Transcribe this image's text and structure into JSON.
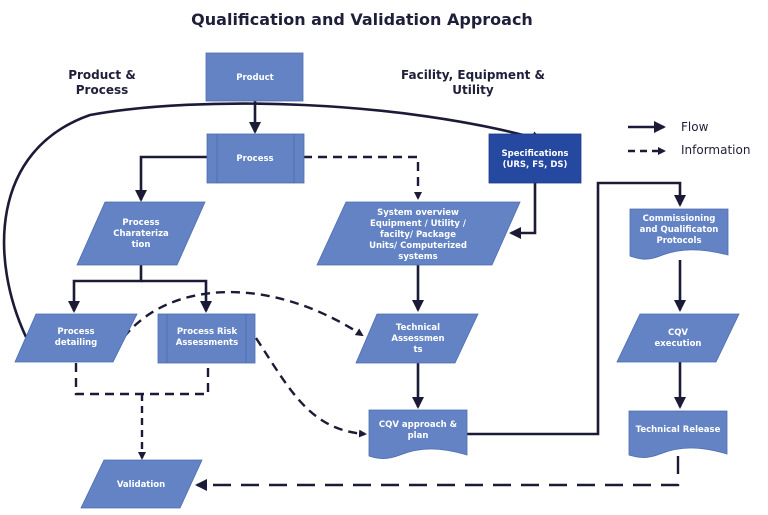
{
  "title": "Qualification and Validation Approach",
  "sections": {
    "left": [
      "Product &",
      "Process"
    ],
    "right": [
      "Facility, Equipment &",
      "Utility"
    ]
  },
  "legend": {
    "flow": "Flow",
    "information": "Information"
  },
  "nodes": {
    "product": [
      "Product"
    ],
    "process": [
      "Process"
    ],
    "process_characterization": [
      "Process",
      "Charateriza",
      "tion"
    ],
    "process_detailing": [
      "Process",
      "detailing"
    ],
    "process_risk_assessments": [
      "Process Risk",
      "Assessments"
    ],
    "validation": [
      "Validation"
    ],
    "specifications": [
      "Specifications",
      "(URS, FS, DS)"
    ],
    "system_overview": [
      "System overview",
      "Equipment / Utility /",
      "facilty/ Package",
      "Units/ Computerized",
      "systems"
    ],
    "technical_assessments": [
      "Technical",
      "Assessmen",
      "ts"
    ],
    "cqv_approach_plan": [
      "CQV approach &",
      "plan"
    ],
    "commissioning_protocols": [
      "Commissioning",
      "and Qualificaton",
      "Protocols"
    ],
    "cqv_execution": [
      "CQV",
      "execution"
    ],
    "technical_release": [
      "Technical Release"
    ]
  },
  "colors": {
    "node_fill": "#6383c4",
    "node_fill_dark": "#2548a0",
    "line": "#1b1b38",
    "text_dark": "#1f1f3a"
  }
}
